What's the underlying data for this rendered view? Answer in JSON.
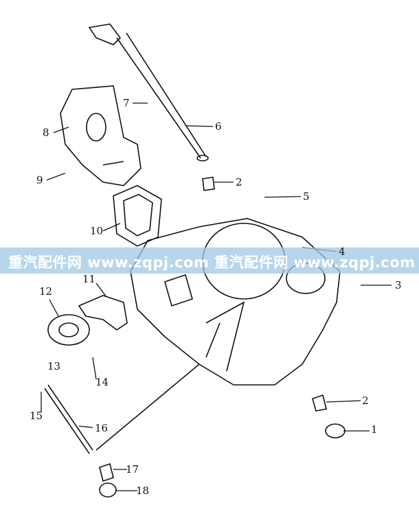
{
  "watermark": {
    "text": "重汽配件网  www.zqpj.com  重汽配件网  www.zqpj.com"
  },
  "callouts": [
    "1",
    "2",
    "2",
    "3",
    "4",
    "5",
    "6",
    "7",
    "8",
    "9",
    "10",
    "11",
    "12",
    "13",
    "14",
    "15",
    "16",
    "17",
    "18"
  ]
}
